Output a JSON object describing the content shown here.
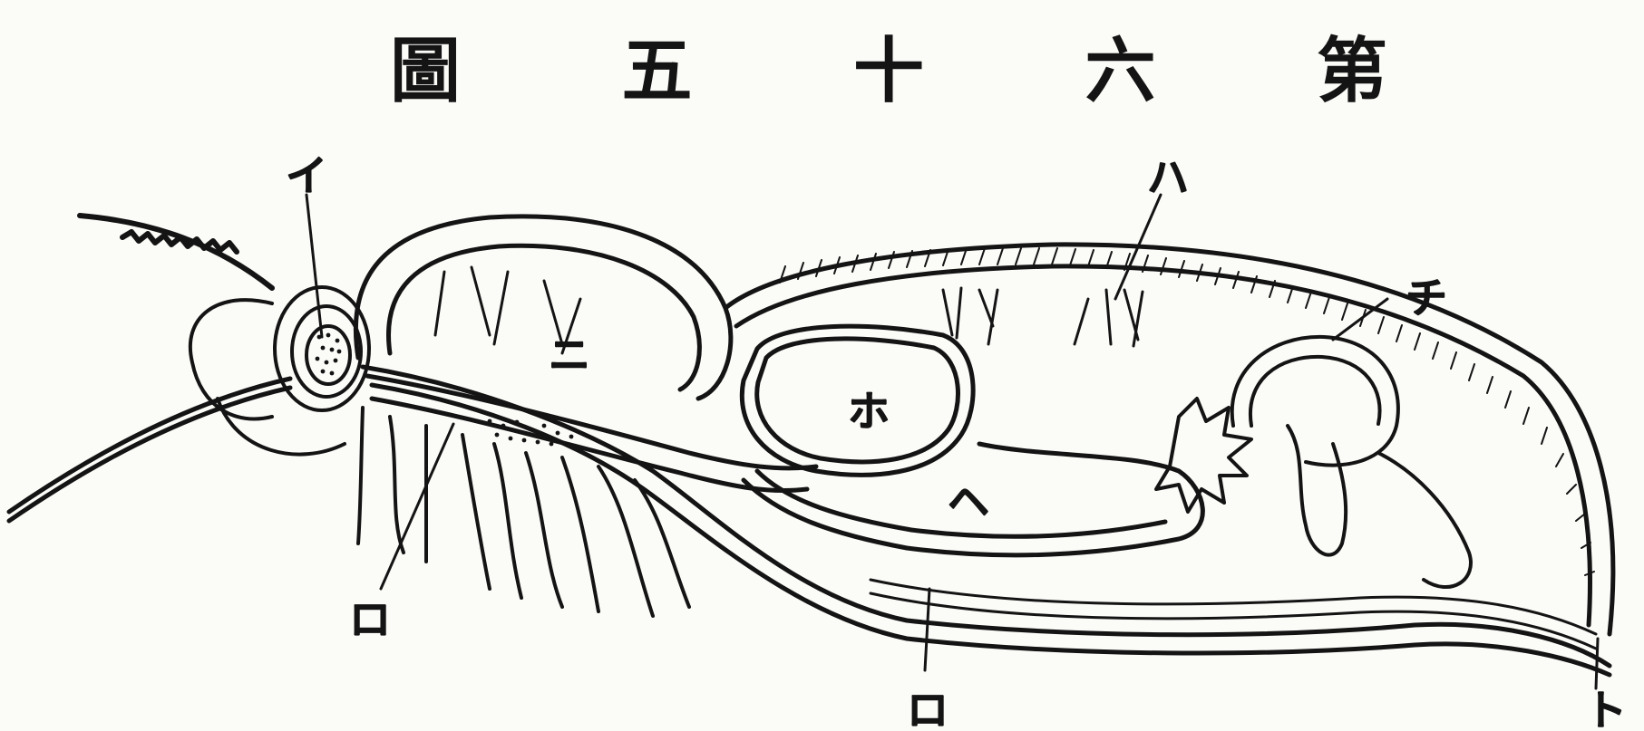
{
  "figure": {
    "title_chars": [
      "第",
      "六",
      "十",
      "五",
      "圖"
    ],
    "labels": {
      "i": "イ",
      "ro_left": "ロ",
      "ni": "ニ",
      "ho": "ホ",
      "he": "ヘ",
      "chi": "チ",
      "ha": "ハ",
      "ro_bottom": "ロ",
      "to": "ト"
    },
    "ink_color": "#141414",
    "paper_color": "#fbfbf8"
  }
}
